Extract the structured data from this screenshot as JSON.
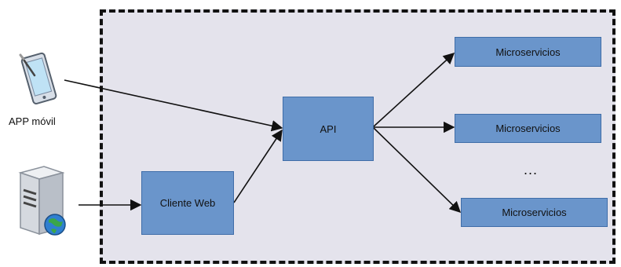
{
  "diagram": {
    "boundary_label": "",
    "clients": {
      "mobile_label": "APP móvil",
      "server_icon": "server-globe-icon",
      "mobile_icon": "tablet-stylus-icon"
    },
    "web_client_label": "Cliente Web",
    "api_label": "API",
    "microservices": [
      {
        "label": "Microservicios"
      },
      {
        "label": "Microservicios"
      },
      {
        "label": "Microservicios"
      }
    ],
    "ellipsis": "..."
  },
  "colors": {
    "box_fill": "#6a95cb",
    "boundary_fill": "#e4e3ec",
    "boundary_border": "#111111"
  }
}
